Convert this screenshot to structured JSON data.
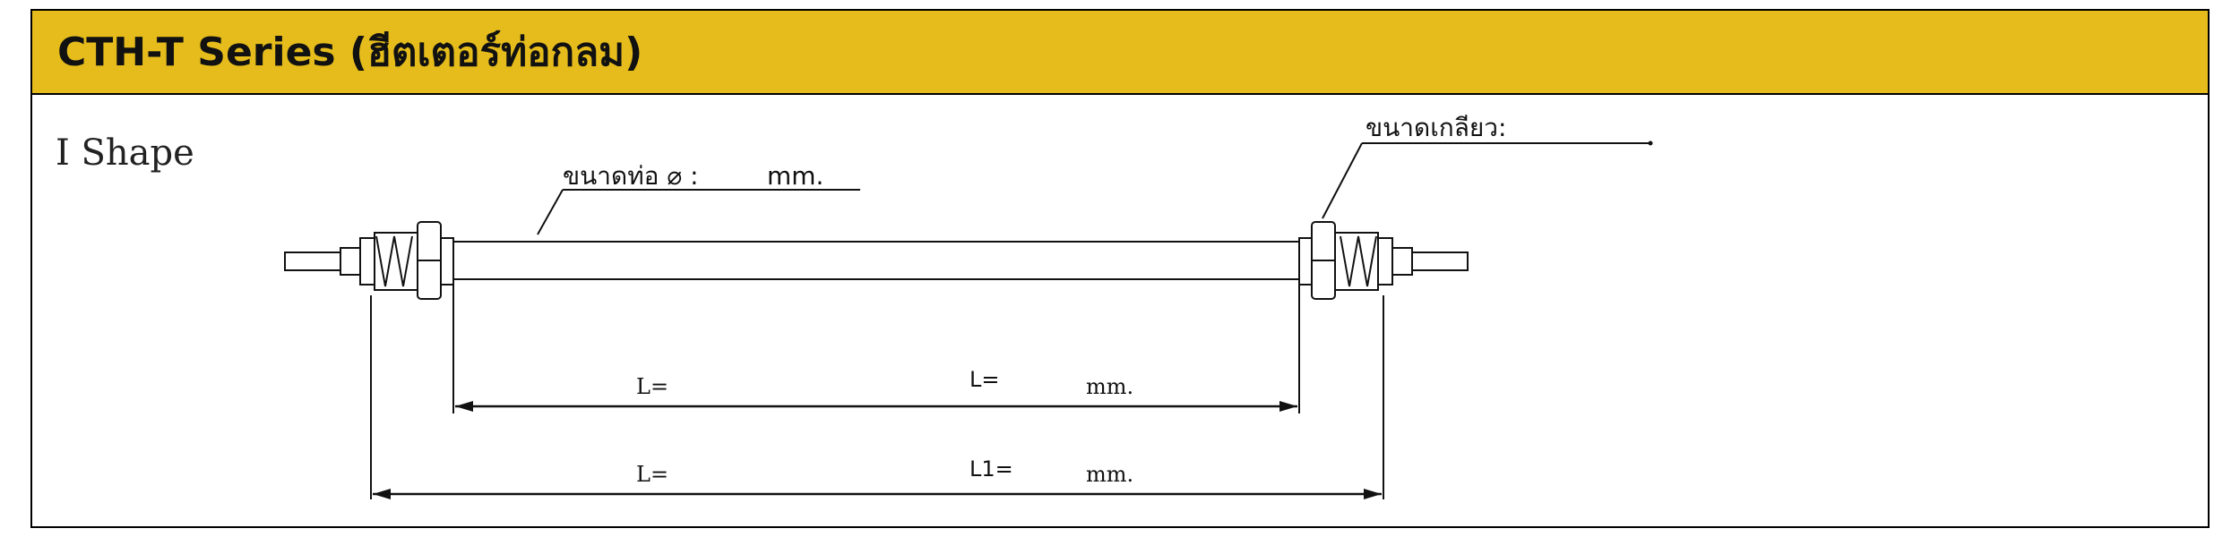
{
  "colors": {
    "header_bg": "#E5BC1B",
    "line": "#111111"
  },
  "header": {
    "title": "CTH-T Series (ฮีตเตอร์ท่อกลม)"
  },
  "shape_label": "I Shape",
  "diagram": {
    "tube_size_label": "ขนาดท่อ ⌀ :",
    "tube_size_unit": "mm.",
    "thread_size_label": "ขนาดเกลียว:",
    "dim_L": {
      "left_label": "L=",
      "value_label": "L=",
      "unit": "mm."
    },
    "dim_L1": {
      "left_label": "L=",
      "value_label": "L1=",
      "unit": "mm."
    }
  }
}
